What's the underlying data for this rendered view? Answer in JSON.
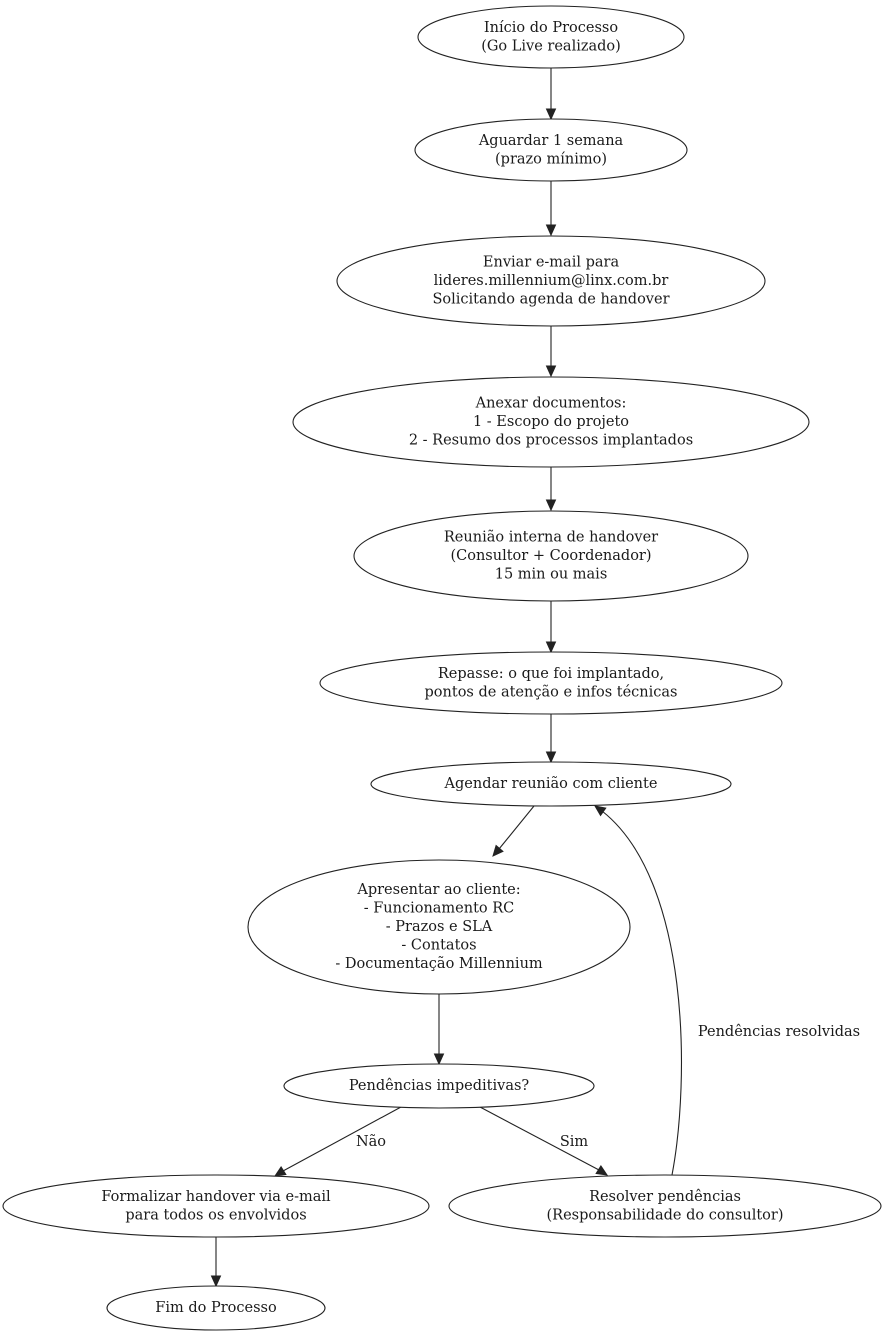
{
  "nodes": [
    {
      "id": "inicio",
      "lines": [
        "Início do Processo",
        "(Go Live realizado)"
      ]
    },
    {
      "id": "aguardar",
      "lines": [
        "Aguardar 1 semana",
        "(prazo mínimo)"
      ]
    },
    {
      "id": "email",
      "lines": [
        "Enviar e-mail para",
        "lideres.millennium@linx.com.br",
        "Solicitando agenda de handover"
      ]
    },
    {
      "id": "anexar",
      "lines": [
        "Anexar documentos:",
        "1 - Escopo do projeto",
        "2 - Resumo dos processos implantados"
      ]
    },
    {
      "id": "reuniao-interna",
      "lines": [
        "Reunião interna de handover",
        "(Consultor + Coordenador)",
        "15 min ou mais"
      ]
    },
    {
      "id": "repasse",
      "lines": [
        "Repasse: o que foi implantado,",
        "pontos de atenção e infos técnicas"
      ]
    },
    {
      "id": "agendar",
      "lines": [
        "Agendar reunião com cliente"
      ]
    },
    {
      "id": "apresentar",
      "lines": [
        "Apresentar ao cliente:",
        "- Funcionamento RC",
        "- Prazos e SLA",
        "- Contatos",
        "- Documentação Millennium"
      ]
    },
    {
      "id": "pendencias",
      "lines": [
        "Pendências impeditivas?"
      ]
    },
    {
      "id": "formalizar",
      "lines": [
        "Formalizar handover via e-mail",
        "para todos os envolvidos"
      ]
    },
    {
      "id": "resolver",
      "lines": [
        "Resolver pendências",
        "(Responsabilidade do consultor)"
      ]
    },
    {
      "id": "fim",
      "lines": [
        "Fim do Processo"
      ]
    }
  ],
  "edges": [
    {
      "from": "inicio",
      "to": "aguardar",
      "label": ""
    },
    {
      "from": "aguardar",
      "to": "email",
      "label": ""
    },
    {
      "from": "email",
      "to": "anexar",
      "label": ""
    },
    {
      "from": "anexar",
      "to": "reuniao-interna",
      "label": ""
    },
    {
      "from": "reuniao-interna",
      "to": "repasse",
      "label": ""
    },
    {
      "from": "repasse",
      "to": "agendar",
      "label": ""
    },
    {
      "from": "agendar",
      "to": "apresentar",
      "label": ""
    },
    {
      "from": "apresentar",
      "to": "pendencias",
      "label": ""
    },
    {
      "from": "pendencias",
      "to": "formalizar",
      "label": "Não"
    },
    {
      "from": "pendencias",
      "to": "resolver",
      "label": "Sim"
    },
    {
      "from": "formalizar",
      "to": "fim",
      "label": ""
    },
    {
      "from": "resolver",
      "to": "agendar",
      "label": "Pendências resolvidas"
    }
  ]
}
